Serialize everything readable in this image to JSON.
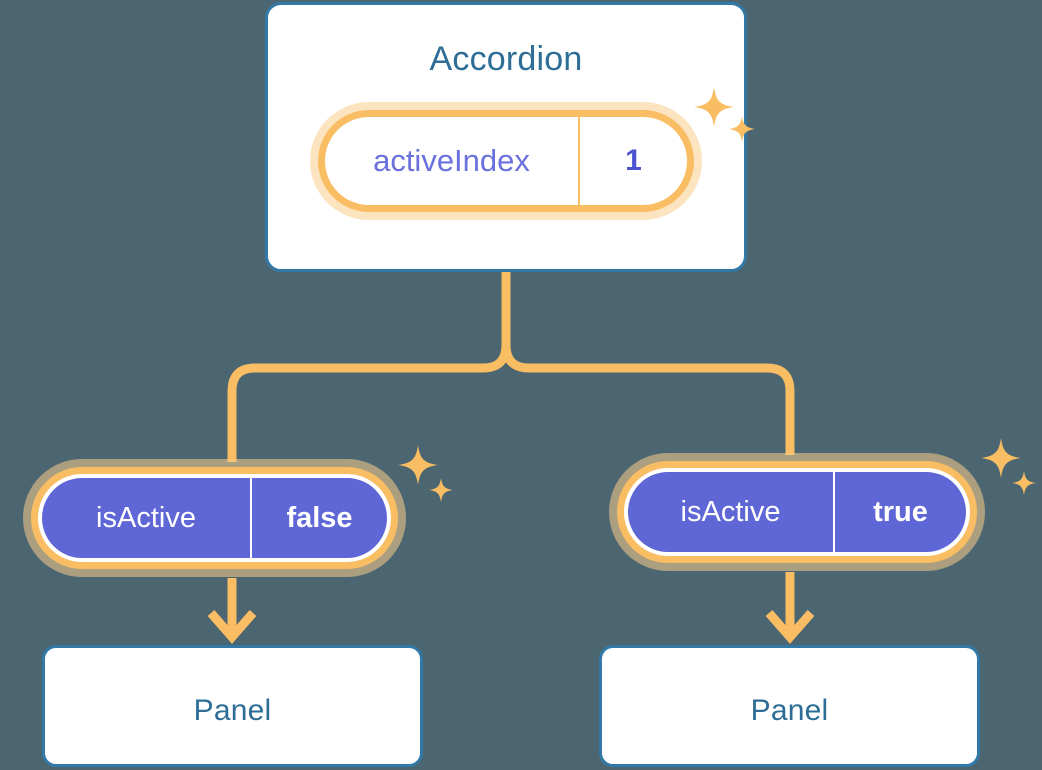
{
  "diagram": {
    "title_semantic": "react-component-state-tree",
    "background_color": "#4c6671",
    "accent_amber": "#f9bd63",
    "accent_amber_soft": "#facd8c",
    "accent_blue": "#3279a8",
    "accent_blue_text": "#2d6d96",
    "accent_purple": "#5f67d6",
    "accent_purple_text": "#6a70dc"
  },
  "root": {
    "label": "Accordion",
    "state": {
      "key": "activeIndex",
      "value": "1"
    }
  },
  "branches": [
    {
      "state": {
        "key": "isActive",
        "value": "false"
      },
      "child": {
        "label": "Panel"
      }
    },
    {
      "state": {
        "key": "isActive",
        "value": "true"
      },
      "child": {
        "label": "Panel"
      }
    }
  ],
  "icons": {
    "sparkle_large": "sparkle-icon",
    "sparkle_small": "sparkle-small-icon",
    "arrow_down": "arrow-down-icon"
  }
}
